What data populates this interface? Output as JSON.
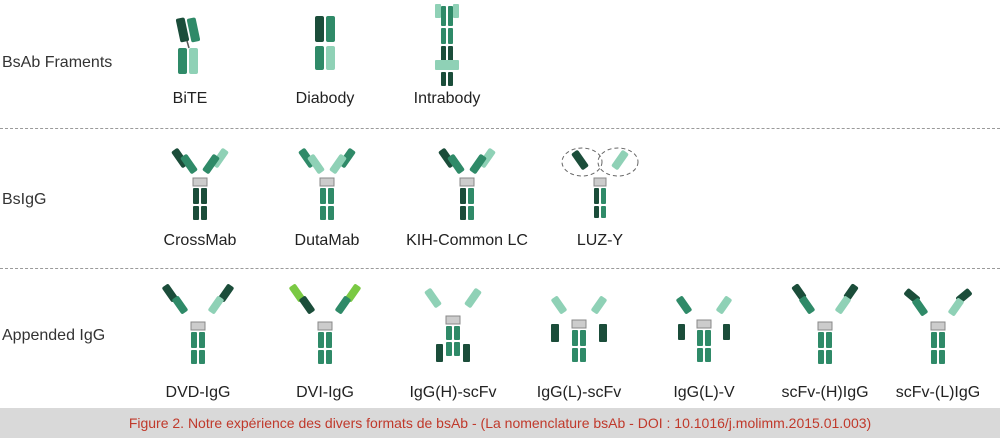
{
  "rows": [
    {
      "label": "BsAb Framents",
      "items": [
        "BiTE",
        "Diabody",
        "Intrabody"
      ]
    },
    {
      "label": "BsIgG",
      "items": [
        "CrossMab",
        "DutaMab",
        "KIH-Common LC",
        "LUZ-Y"
      ]
    },
    {
      "label": "Appended IgG",
      "items": [
        "DVD-IgG",
        "DVI-IgG",
        "IgG(H)-scFv",
        "IgG(L)-scFv",
        "IgG(L)-V",
        "scFv-(H)IgG",
        "scFv-(L)IgG"
      ]
    }
  ],
  "caption": "Figure 2. Notre expérience des divers formats de bsAb - (La nomenclature bsAb - DOI : 10.1016/j.molimm.2015.01.003)",
  "colors": {
    "dark": "#1b4d3a",
    "mid": "#2f8a68",
    "light": "#8fd1b6",
    "lime": "#7ac943",
    "caption": "#c0392b"
  }
}
